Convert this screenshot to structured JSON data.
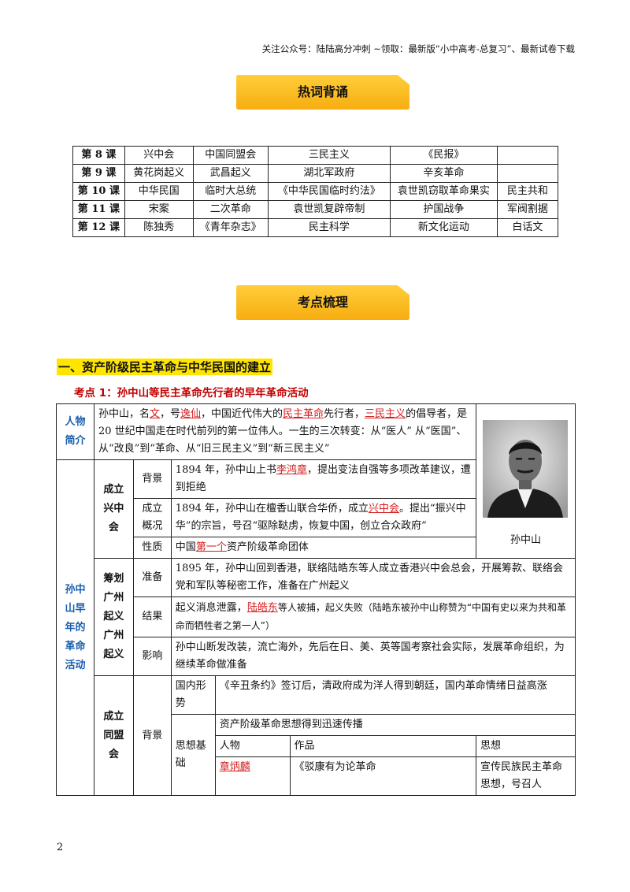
{
  "header_note": "关注公众号：陆陆高分冲刺 ~领取：最新版“小中高考-总复习”、最新试卷下载",
  "banner1": "热词背诵",
  "banner2": "考点梳理",
  "vocab_rows": [
    {
      "lesson": "第 8 课",
      "c1": "兴中会",
      "c2": "中国同盟会",
      "c3": "三民主义",
      "c4": "《民报》",
      "c5": ""
    },
    {
      "lesson": "第 9 课",
      "c1": "黄花岗起义",
      "c2": "武昌起义",
      "c3": "湖北军政府",
      "c4": "辛亥革命",
      "c5": ""
    },
    {
      "lesson": "第 10 课",
      "c1": "中华民国",
      "c2": "临时大总统",
      "c3": "《中华民国临时约法》",
      "c4": "袁世凯窃取革命果实",
      "c5": "民主共和"
    },
    {
      "lesson": "第 11 课",
      "c1": "宋案",
      "c2": "二次革命",
      "c3": "袁世凯复辟帝制",
      "c4": "护国战争",
      "c5": "军阀割据"
    },
    {
      "lesson": "第 12 课",
      "c1": "陈独秀",
      "c2": "《青年杂志》",
      "c3": "民主科学",
      "c4": "新文化运动",
      "c5": "白话文"
    }
  ],
  "section_title": "一、资产阶级民主革命与中华民国的建立",
  "point_title": "考点 1：孙中山等民主革命先行者的早年革命活动",
  "intro": {
    "label": "人物简介",
    "t1": "孙中山，名",
    "r1": "文",
    "t2": "，号",
    "r2": "逸仙",
    "t3": "，中国近代伟大的",
    "r3": "民主革命",
    "t4": "先行者，",
    "r4": "三民主义",
    "t5": "的倡导者，是 20 世纪中国走在时代前列的第一位伟人。一生的三次转变：从“医人” 从“医国”、从“改良”到“革命、从“旧三民主义”到“新三民主义”"
  },
  "portrait_caption": "孙中山",
  "activities_label": "孙中山早年的革命活动",
  "xzh": {
    "label": "成立兴中会",
    "bg_label": "背景",
    "bg_t1": "1894 年，孙中山上书",
    "bg_r1": "李鸿章",
    "bg_t2": "，提出变法自强等多项改革建议，遭到拒绝",
    "ov_label": "成立概况",
    "ov_t1": "1894 年，孙中山在檀香山联合华侨，成立",
    "ov_r1": "兴中会",
    "ov_t2": "。提出“振兴中华”的宗旨，号召“驱除鞑虏，恢复中国，创立合众政府”",
    "nat_label": "性质",
    "nat_t1": "中国",
    "nat_r1": "第一个",
    "nat_t2": "资产阶级革命团体"
  },
  "gz": {
    "label": "筹划广州起义广州起义",
    "prep_label": "准备",
    "prep_text": "1895 年，孙中山回到香港，联络陆皓东等人成立香港兴中会总会，开展筹款、联络会党和军队等秘密工作，准备在广州起义",
    "res_label": "结果",
    "res_t1": "起义消息泄露，",
    "res_r1": "陆皓东",
    "res_t2": "等人被捕，起义失败（陆皓东被孙中山称赞为“中国有史以来为共和革命而牺牲者之第一人”）",
    "inf_label": "影响",
    "inf_text": "孙中山断发改装，流亡海外，先后在日、美、英等国考察社会实际，发展革命组织，为继续革命做准备"
  },
  "tmh": {
    "label": "成立同盟会",
    "bg_label": "背景",
    "dom_label": "国内形势",
    "dom_text": "《辛丑条约》签订后，清政府成为洋人得到朝廷，国内革命情绪日益高涨",
    "idea_label": "思想基础",
    "idea_text": "资产阶级革命思想得到迅速传播",
    "col_person": "人物",
    "col_work": "作品",
    "col_thought": "思想",
    "row_person": "章炳麟",
    "row_work": "《驳康有为论革命",
    "row_thought": "宣传民族民主革命思想，号召人"
  },
  "page_number": "2"
}
